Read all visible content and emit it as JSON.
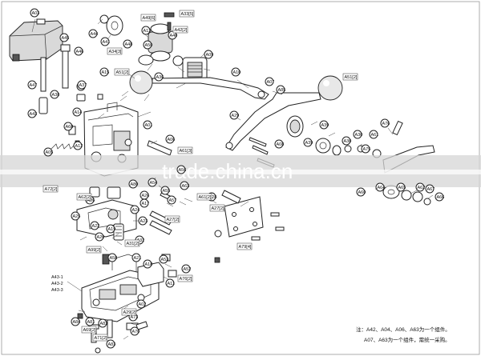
{
  "watermark": "trade.china.cn",
  "note": {
    "line1": "注：A42、A04、A06、A63为一个组件。",
    "line2": "A07、A63为一个组件，需统一采购。"
  },
  "labels": {
    "A03": "A03",
    "A46": "A46",
    "A45": "A45",
    "A44": "A44",
    "A47": "A47",
    "A43": "A43",
    "A33": "A33[5]",
    "A49": "A49[6]",
    "A13": "A13",
    "A50": "A50",
    "A42": "A42[2]",
    "A41": "A41",
    "A34": "A34[3]",
    "A48": "A48",
    "A09": "A09",
    "A40": "A40",
    "A51a": "A51[2]",
    "A51b": "A51[2]",
    "A07": "A07",
    "A15": "A15",
    "A37": "A37",
    "A38": "A38",
    "A10": "A10",
    "A85": "A85",
    "A39a": "A39",
    "A39b": "A39",
    "A08": "A08",
    "A29": "A29",
    "A30a": "A30",
    "A30b": "A30",
    "A61": "A61",
    "A76": "A76",
    "A75": "A75",
    "A62": "A62",
    "A36": "A36",
    "A01": "A01",
    "A68": "A68",
    "A14": "A14",
    "A12": "A12",
    "A05": "A05",
    "A06": "A06",
    "A61b": "A61[3]",
    "A54": "A54",
    "A55": "A55",
    "A80": "A80",
    "A72": "A72[2]",
    "A26a": "A26",
    "A26b": "A26",
    "A17": "A17",
    "A62b": "A62[2]",
    "A63": "A63",
    "A60": "A60",
    "A64": "A64",
    "A65": "A65",
    "A67": "A67",
    "A66": "A66",
    "A61c": "A61[2]",
    "A25": "A25",
    "A24": "A24",
    "A23": "A23",
    "A22": "A22",
    "A27a": "A27[2]",
    "A27b": "A27[2]",
    "A28": "A28",
    "A57": "A57",
    "A56": "A56",
    "A79": "A79[4]",
    "A20": "A20",
    "A19": "A19",
    "A31": "A31[2]",
    "A32": "A32",
    "A99": "A99[2]",
    "A58": "A58",
    "A21": "A21",
    "A18": "A18",
    "A43s1": "A43-1",
    "A43s2": "A43-2",
    "A43s3": "A43-3",
    "A52": "A52",
    "A53": "A53",
    "A11": "A11",
    "A76b": "A76[2]",
    "A02": "A02",
    "A29b": "A29[2]",
    "A69": "A69[2]",
    "A84": "A84",
    "A71": "A71[2]",
    "A73": "A73",
    "A70": "A70",
    "A81": "A81",
    "A82": "A82",
    "A83": "A83"
  }
}
